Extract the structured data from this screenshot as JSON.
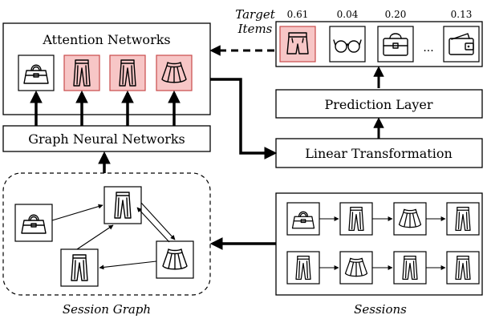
{
  "modules": {
    "attention": "Attention Networks",
    "gnn": "Graph Neural Networks",
    "prediction": "Prediction Layer",
    "linear": "Linear Transformation"
  },
  "target": {
    "label_line1": "Target",
    "label_line2": "Items",
    "ellipsis": "...",
    "items": [
      {
        "icon": "shorts-icon",
        "score": "0.61",
        "highlighted": true
      },
      {
        "icon": "glasses-icon",
        "score": "0.04",
        "highlighted": false
      },
      {
        "icon": "bag-icon",
        "score": "0.20",
        "highlighted": false
      },
      {
        "icon": "wallet-icon",
        "score": "0.13",
        "highlighted": false
      }
    ]
  },
  "attention_items": [
    {
      "icon": "handbag-icon",
      "highlighted": false
    },
    {
      "icon": "pants-icon",
      "highlighted": true
    },
    {
      "icon": "pants-icon",
      "highlighted": true
    },
    {
      "icon": "skirt-icon",
      "highlighted": true
    }
  ],
  "captions": {
    "session_graph": "Session Graph",
    "sessions": "Sessions"
  },
  "colors": {
    "highlight_fill": "#f7c6c6",
    "highlight_stroke": "#c94a4a"
  }
}
